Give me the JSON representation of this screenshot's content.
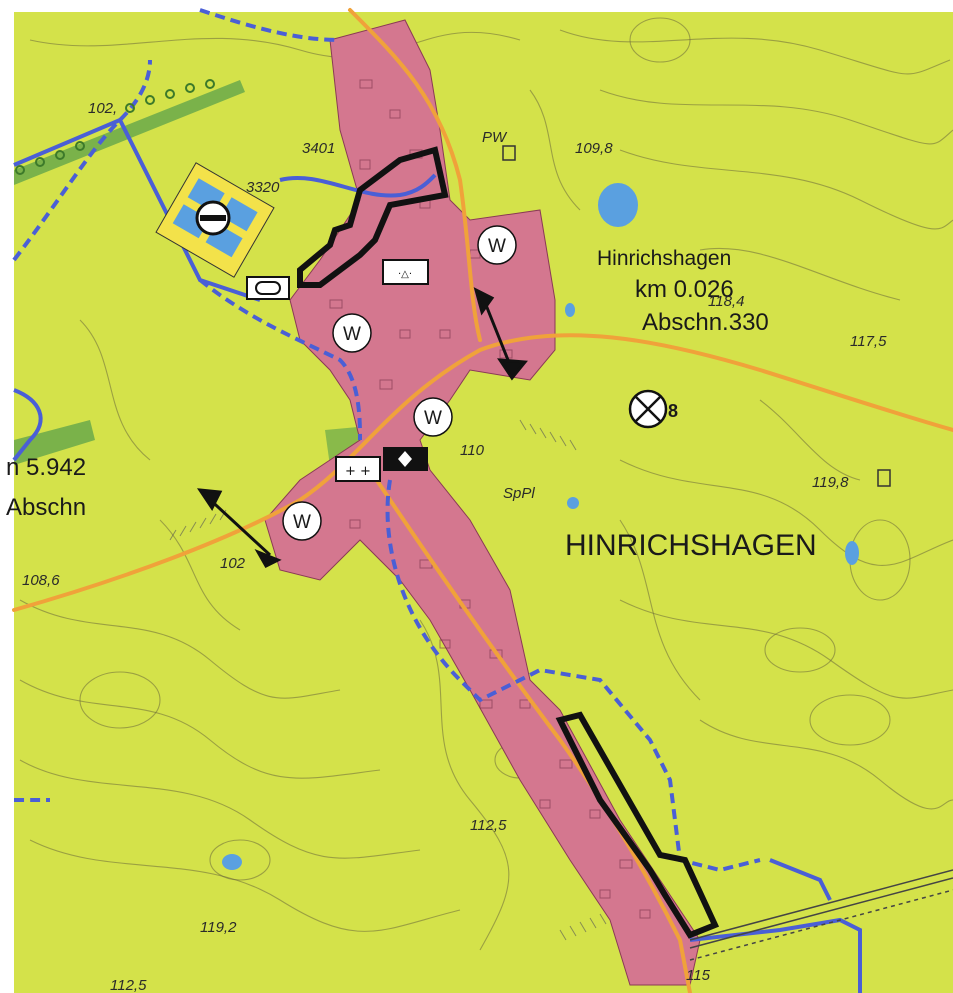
{
  "colors": {
    "background": "#d4e24a",
    "settlement": "#d4778f",
    "road": "#f0a23a",
    "boundary_blue": "#4a5fd6",
    "forest_green": "#6aa94a",
    "water": "#5aa0e0",
    "outline_black": "#111111",
    "circle_fill": "#ffffff"
  },
  "place": {
    "name_large": "HINRICHSHAGEN",
    "name_small": "Hinrichshagen"
  },
  "markers": {
    "east": {
      "km": "km 0.026",
      "section": "Abschn.330"
    },
    "west": {
      "km": "n 5.942",
      "section": "Abschn"
    }
  },
  "circle_symbol": "W",
  "elevations": {
    "e1": "102,",
    "e2": "109,8",
    "e3": "118,4",
    "e4": "117,5",
    "e5": "119,8",
    "e6": "108,6",
    "e7": "102",
    "e8": "110",
    "e9": "112,5",
    "e10": "119,2",
    "e11": "115",
    "e12": "112,5"
  },
  "misc_labels": {
    "pw": "PW",
    "sppl": "SpPl",
    "n3401": "3401",
    "n3320": "3320",
    "num8": "8"
  }
}
